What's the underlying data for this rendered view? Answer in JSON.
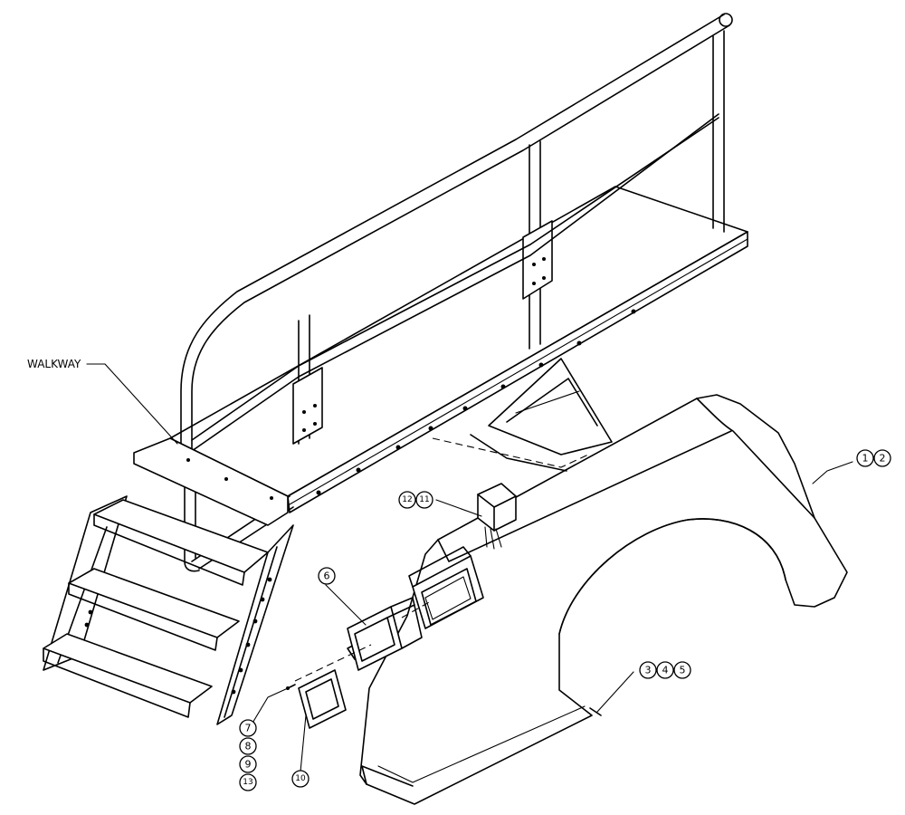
{
  "labels": {
    "walkway": "WALKWAY"
  },
  "callouts": {
    "c1": "1",
    "c2": "2",
    "c3": "3",
    "c4": "4",
    "c5": "5",
    "c6": "6",
    "c7": "7",
    "c8": "8",
    "c9": "9",
    "c10": "10",
    "c11": "11",
    "c12": "12",
    "c13": "13"
  }
}
